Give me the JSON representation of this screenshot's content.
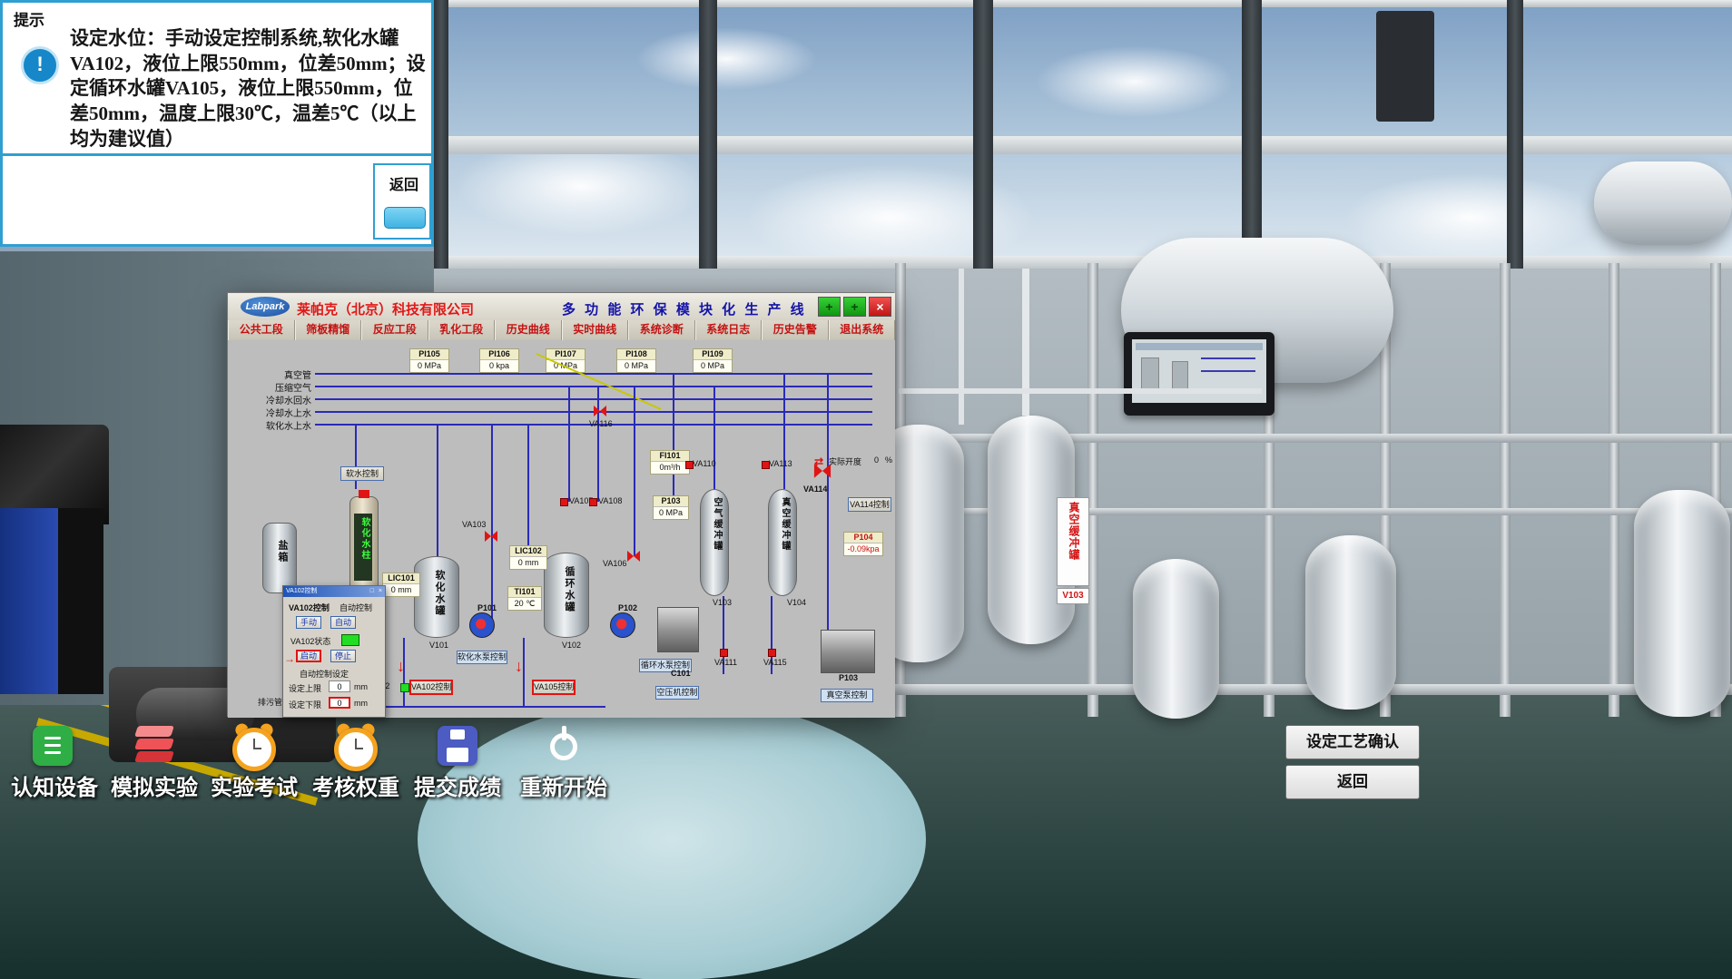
{
  "hint": {
    "title": "提示",
    "text": "设定水位：手动设定控制系统,软化水罐VA102，液位上限550mm，位差50mm；设定循环水罐VA105，液位上限550mm，位差50mm，温度上限30℃，温差5℃（以上均为建议值）",
    "back_label": "返回"
  },
  "icons": {
    "info": "!",
    "expand": "+",
    "close_x": "×",
    "arrow_down": "↓",
    "arrows_lr": "⇄",
    "arrow_right": "→",
    "dialog_max": "□",
    "dialog_close": "×"
  },
  "scada": {
    "logo": "Labpark",
    "company": "莱帕克（北京）科技有限公司",
    "title": "多 功 能 环 保 模 块 化 生 产 线",
    "tabs": [
      "公共工段",
      "筛板精馏",
      "反应工段",
      "乳化工段",
      "历史曲线",
      "实时曲线",
      "系统诊断",
      "系统日志",
      "历史告警",
      "退出系统"
    ],
    "pipe_labels": [
      "真空管",
      "压缩空气",
      "冷却水回水",
      "冷却水上水",
      "软化水上水"
    ],
    "drain_label": "排污管",
    "gauges": {
      "pi105": {
        "tag": "PI105",
        "value": "0",
        "unit": "MPa"
      },
      "pi106": {
        "tag": "PI106",
        "value": "0",
        "unit": "kpa"
      },
      "pi107": {
        "tag": "PI107",
        "value": "0",
        "unit": "MPa"
      },
      "pi108": {
        "tag": "PI108",
        "value": "0",
        "unit": "MPa"
      },
      "pi109": {
        "tag": "PI109",
        "value": "0",
        "unit": "MPa"
      },
      "fi101": {
        "tag": "FI101",
        "value": "0",
        "unit": "m³/h"
      },
      "p103": {
        "tag": "P103",
        "value": "0",
        "unit": "MPa"
      },
      "p104": {
        "tag": "P104",
        "value": "-0.09kpa",
        "unit": ""
      },
      "lic101": {
        "tag": "LIC101",
        "value": "0",
        "unit": "mm"
      },
      "lic102": {
        "tag": "LIC102",
        "value": "0",
        "unit": "mm"
      },
      "ti101": {
        "tag": "TI101",
        "value": "20",
        "unit": "℃"
      }
    },
    "valves": {
      "va116": "VA116",
      "va103": "VA103",
      "va107": "VA107",
      "va108": "VA108",
      "va106": "VA106",
      "va110": "VA110",
      "va113": "VA113",
      "va114": "VA114",
      "va111": "VA111",
      "va115": "VA115",
      "va102": "VA102"
    },
    "equipment": {
      "salt_box": "盐箱",
      "softener_column": "软化水柱",
      "v101_label": "软化水罐",
      "v101": "V101",
      "v102_label": "循环水罐",
      "v102": "V102",
      "v103_label": "空气缓冲罐",
      "v103": "V103",
      "v104_label": "真空缓冲罐",
      "v104": "V104",
      "p101": "P101",
      "p102": "P102",
      "c101": "C101",
      "p103": "P103"
    },
    "buttons": {
      "soft_water": "软水控制",
      "va114": "VA114控制",
      "va102": "VA102控制",
      "va105": "VA105控制",
      "soft_pump": "软化水泵控制",
      "circ_pump": "循环水泵控制",
      "compressor": "空压机控制",
      "vacuum_pump": "真空泵控制"
    },
    "opening": {
      "label": "实际开度",
      "value": "0",
      "unit": "%"
    }
  },
  "dialog": {
    "title": "VA102控制",
    "name_label": "VA102控制",
    "mode_label": "自动控制",
    "manual": "手动",
    "auto": "自动",
    "status_label": "VA102状态",
    "start": "启动",
    "stop": "停止",
    "setting_label": "自动控制设定",
    "upper_label": "设定上限",
    "upper_value": "0",
    "upper_unit": "mm",
    "lower_label": "设定下限",
    "lower_value": "0",
    "lower_unit": "mm"
  },
  "toolbar": [
    {
      "label": "认知设备"
    },
    {
      "label": "模拟实验"
    },
    {
      "label": "实验考试"
    },
    {
      "label": "考核权重"
    },
    {
      "label": "提交成绩"
    },
    {
      "label": "重新开始"
    }
  ],
  "footer": {
    "confirm": "设定工艺确认",
    "back": "返回"
  },
  "scene": {
    "right_tank_label": "真空缓冲罐",
    "right_tank_code": "V103"
  }
}
